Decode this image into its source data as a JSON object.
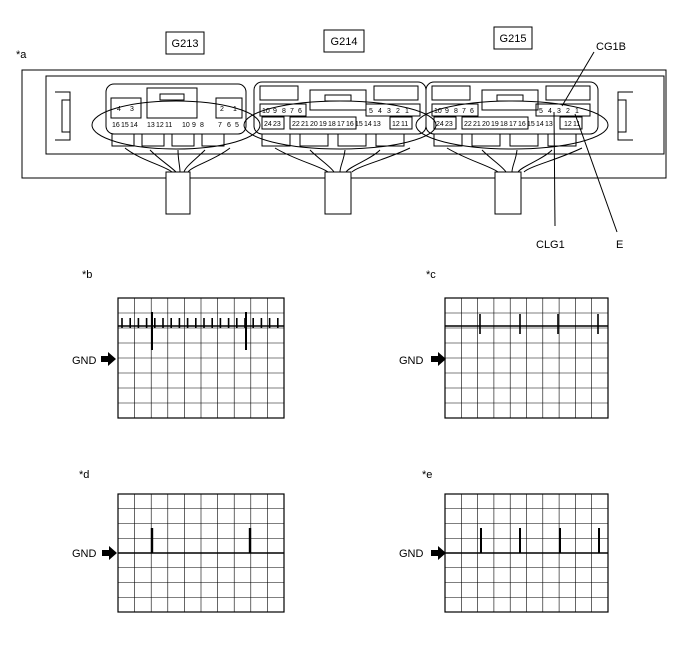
{
  "panel_labels": {
    "a": "*a",
    "b": "*b",
    "c": "*c",
    "d": "*d",
    "e": "*e"
  },
  "connectors": [
    {
      "id": "G213",
      "label": "G213"
    },
    {
      "id": "G214",
      "label": "G214"
    },
    {
      "id": "G215",
      "label": "G215"
    }
  ],
  "terminal_callouts": {
    "cg1b": "CG1B",
    "clg1": "CLG1",
    "e": "E"
  },
  "pins": {
    "g213_top": [
      "4",
      "3"
    ],
    "g213_top_right": [
      "2",
      "1"
    ],
    "g213_bottom": [
      "16",
      "15",
      "14",
      "13",
      "12",
      "11",
      "10",
      "9",
      "8",
      "7",
      "6",
      "5"
    ],
    "g214_top_left": [
      "10",
      "9",
      "8",
      "7",
      "6"
    ],
    "g214_top_right": [
      "5",
      "4",
      "3",
      "2",
      "1"
    ],
    "g214_bottom_left": [
      "24",
      "23"
    ],
    "g214_bottom_mid": [
      "22",
      "21",
      "20",
      "19",
      "18",
      "17",
      "16",
      "15",
      "14",
      "13"
    ],
    "g214_bottom_right": [
      "12",
      "11"
    ],
    "g215_top_left": [
      "10",
      "9",
      "8",
      "7",
      "6"
    ],
    "g215_top_right": [
      "5",
      "4",
      "3",
      "2",
      "1"
    ],
    "g215_bottom_left": [
      "24",
      "23"
    ],
    "g215_bottom_mid": [
      "22",
      "21",
      "20",
      "19",
      "18",
      "17",
      "16",
      "15",
      "14",
      "13"
    ],
    "g215_bottom_right": [
      "12",
      "11"
    ]
  },
  "waveforms": [
    {
      "id": "b",
      "gnd_label": "GND"
    },
    {
      "id": "c",
      "gnd_label": "GND"
    },
    {
      "id": "d",
      "gnd_label": "GND"
    },
    {
      "id": "e",
      "gnd_label": "GND"
    }
  ]
}
